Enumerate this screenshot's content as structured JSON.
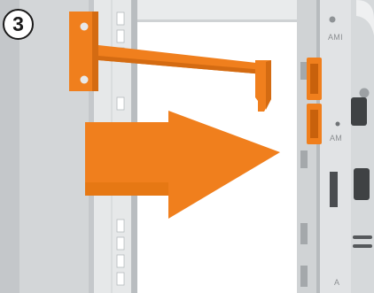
{
  "step": {
    "number": "3"
  },
  "rail_labels": [
    "AMI",
    "AM",
    "A"
  ],
  "colors": {
    "orange": "#f07f1d",
    "orange_dark": "#c8610c",
    "steel_light": "#e3e5e6",
    "steel": "#c9ccce",
    "steel_dark": "#a7abae",
    "white": "#ffffff"
  },
  "icons": [
    "direction-arrow-icon"
  ]
}
